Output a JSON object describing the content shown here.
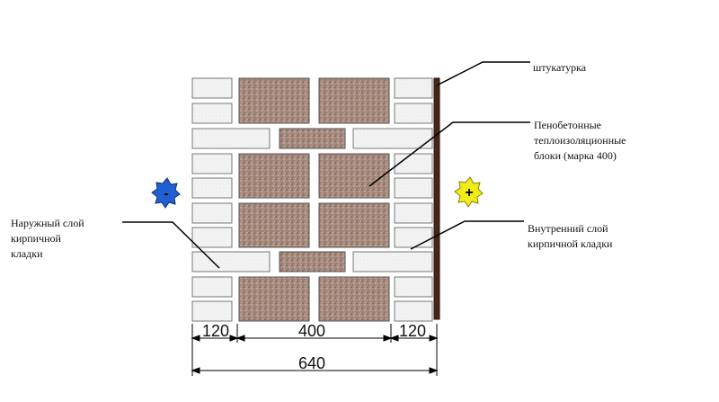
{
  "labels": {
    "plaster": "штукатурка",
    "foam_blocks": [
      "Пенобетонные",
      "теплоизоляционные",
      "блоки (марка 400)"
    ],
    "outer_layer": [
      "Наружный слой",
      "кирпичной",
      "кладки"
    ],
    "inner_layer": [
      "Внутренний слой",
      "кирпичной кладки"
    ]
  },
  "signs": {
    "cold": "-",
    "warm": "+"
  },
  "colors": {
    "cold_sign": "#1f5fd0",
    "warm_sign": "#f3ea1b",
    "plaster": "#4a2416",
    "foam_block": "#9c8277",
    "brick": "#f1f1f1"
  },
  "dimensions": {
    "outer": "120",
    "middle": "400",
    "inner": "120",
    "total": "640"
  }
}
